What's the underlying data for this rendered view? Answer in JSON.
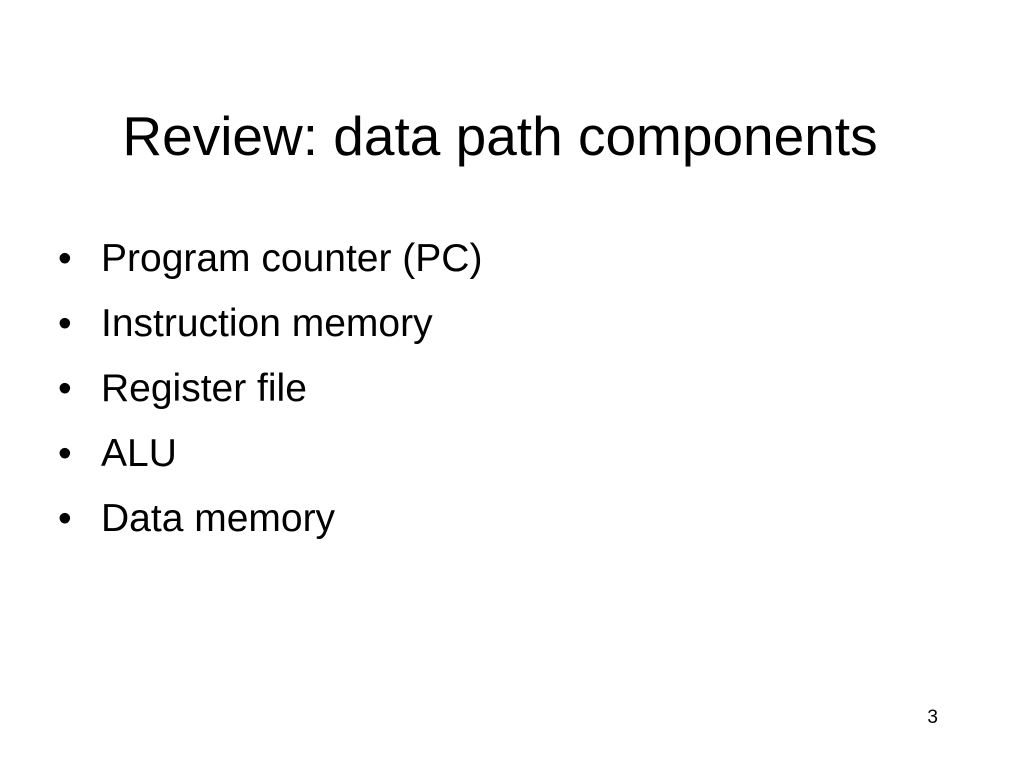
{
  "slide": {
    "title": "Review: data path components",
    "bullets": [
      {
        "symbol": "•",
        "text": "Program counter (PC)"
      },
      {
        "symbol": "•",
        "text": "Instruction memory"
      },
      {
        "symbol": "•",
        "text": "Register file"
      },
      {
        "symbol": "•",
        "text": "ALU"
      },
      {
        "symbol": "•",
        "text": "Data memory"
      }
    ],
    "page_number": "3"
  }
}
